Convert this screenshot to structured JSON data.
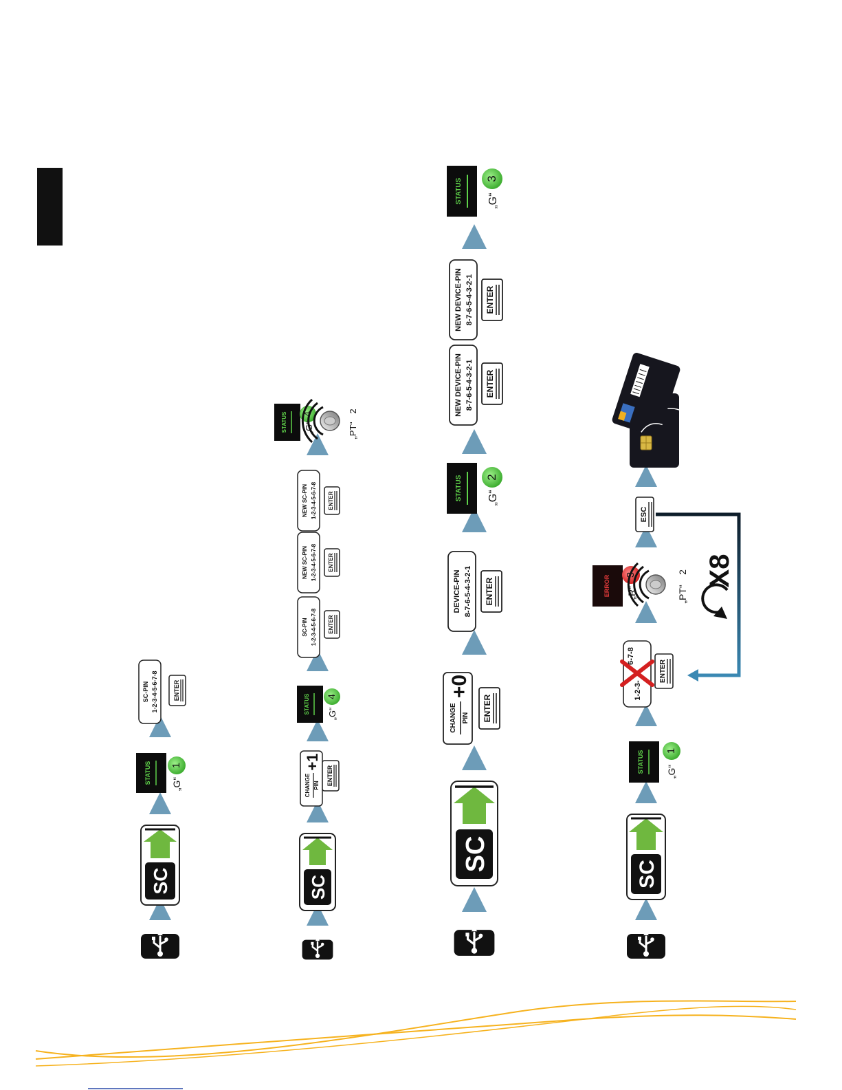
{
  "colors": {
    "accent_green": "#6fb83f",
    "arrow_blue": "#6d9cb8",
    "status_green": "#5fd24a",
    "error_red": "#e53b3b",
    "loop_blue": "#2b6f94",
    "wave_orange": "#f6b21e",
    "black": "#111111"
  },
  "labels": {
    "sc": "SC",
    "status": "STATUS",
    "error": "ERROR",
    "enter": "ENTER",
    "esc": "ESC",
    "sc_pin_title": "SC-PIN",
    "sc_pin_value": "1-2-3-4-5-6-7-8",
    "new_sc_pin_title": "NEW SC-PIN",
    "new_sc_pin_value": "1-2-3-4-5-6-7-8",
    "device_pin_title": "DEVICE-PIN",
    "device_pin_value": "8-7-6-5-4-3-2-1",
    "new_device_pin_title": "NEW DEVICE-PIN",
    "new_device_pin_value": "8-7-6-5-4-3-2-1",
    "change_line1": "CHANGE",
    "change_line2": "PIN",
    "plus_one": "+1",
    "plus_zero": "+0",
    "wrong_pin_left": "1-2-3-",
    "wrong_pin_right": "6-7-8",
    "g_quote": "„G“",
    "r_quote": "„R“",
    "pt_quote": "„PT“",
    "repeat": "X8"
  },
  "flows": {
    "row1": {
      "led_count": "1"
    },
    "row2": {
      "led_count_a": "4",
      "led_count_b": "4",
      "beep_count": "2"
    },
    "row3": {
      "led_count_a": "2",
      "led_count_b": "3"
    },
    "row4": {
      "led_count": "1",
      "error_count": "3",
      "beep_count": "2"
    }
  },
  "icons": [
    "usb-icon",
    "smartcard-insert-icon",
    "speaker-icon",
    "loop-arrow-icon",
    "smartcards-image"
  ]
}
